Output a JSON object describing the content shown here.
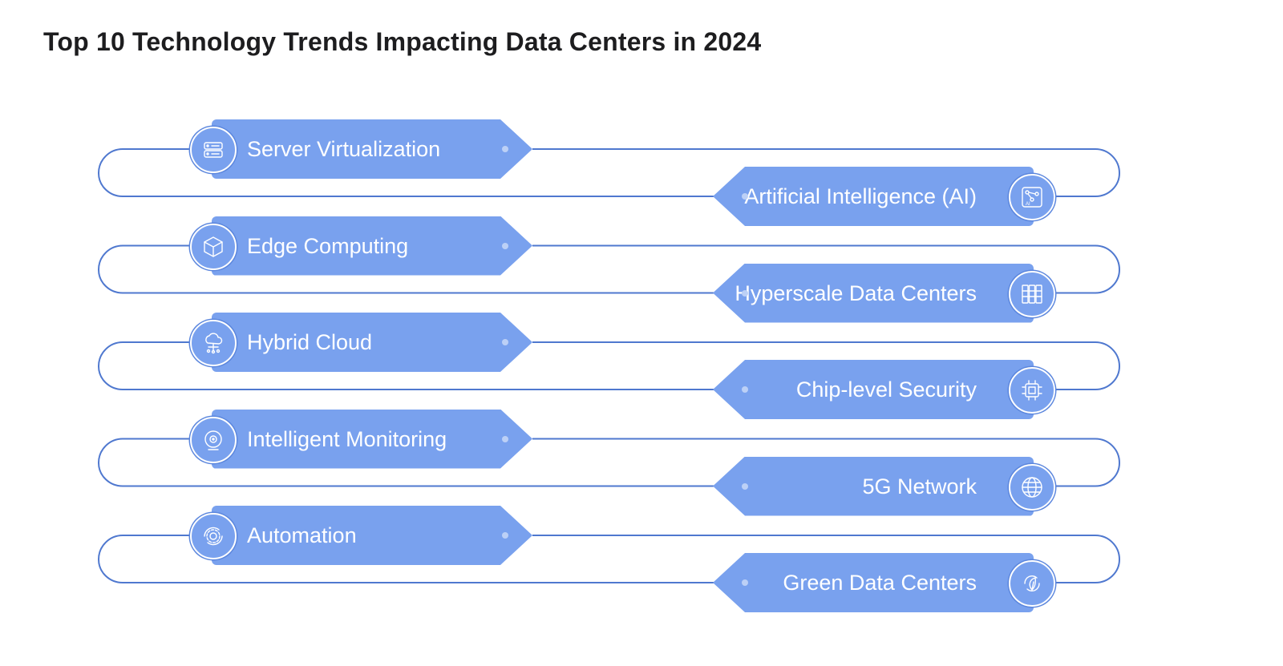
{
  "title": "Top 10 Technology Trends Impacting Data Centers in 2024",
  "colors": {
    "ribbon": "#79a1ee",
    "connector": "#4f78cf",
    "text": "#1d1d1f"
  },
  "trends": [
    {
      "label": "Server Virtualization",
      "side": "left",
      "icon": "server-icon"
    },
    {
      "label": "Artificial Intelligence (AI)",
      "side": "right",
      "icon": "ai-circuit-icon"
    },
    {
      "label": "Edge Computing",
      "side": "left",
      "icon": "edge-cube-icon"
    },
    {
      "label": "Hyperscale Data Centers",
      "side": "right",
      "icon": "server-racks-icon"
    },
    {
      "label": "Hybrid Cloud",
      "side": "left",
      "icon": "cloud-network-icon"
    },
    {
      "label": "Chip-level Security",
      "side": "right",
      "icon": "chip-icon"
    },
    {
      "label": "Intelligent Monitoring",
      "side": "left",
      "icon": "monitoring-camera-icon"
    },
    {
      "label": "5G Network",
      "side": "right",
      "icon": "globe-icon"
    },
    {
      "label": "Automation",
      "side": "left",
      "icon": "gear-cycle-icon"
    },
    {
      "label": "Green Data Centers",
      "side": "right",
      "icon": "eco-leaf-icon"
    }
  ]
}
